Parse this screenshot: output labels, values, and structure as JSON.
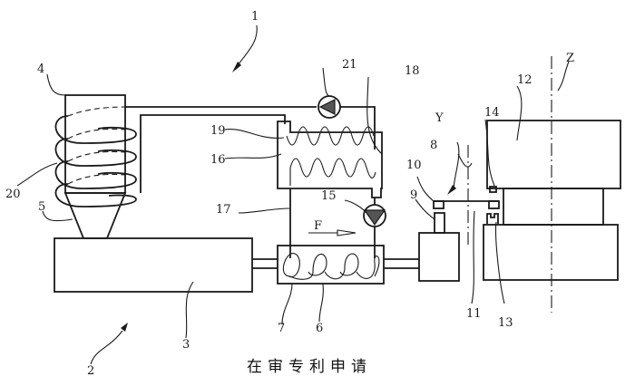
{
  "caption": "在审专利申请",
  "flow_label": "F",
  "labels": {
    "l1": "1",
    "l2": "2",
    "l3": "3",
    "l4": "4",
    "l5": "5",
    "l6": "6",
    "l7": "7",
    "l8": "8",
    "l9": "9",
    "l10": "10",
    "l11": "11",
    "l12": "12",
    "l13": "13",
    "l14": "14",
    "l15": "15",
    "l16": "16",
    "l17": "17",
    "l18": "18",
    "l19": "19",
    "l20": "20",
    "l21": "21",
    "lY": "Y",
    "lZ": "Z"
  },
  "components": [
    {
      "ref": "1",
      "name": "system"
    },
    {
      "ref": "2",
      "name": "injection unit"
    },
    {
      "ref": "3",
      "name": "barrel"
    },
    {
      "ref": "4",
      "name": "hopper"
    },
    {
      "ref": "5",
      "name": "hopper funnel"
    },
    {
      "ref": "6",
      "name": "heat exchanger"
    },
    {
      "ref": "7",
      "name": "heat exchanger coil"
    },
    {
      "ref": "8",
      "name": "rotary transfer"
    },
    {
      "ref": "9",
      "name": "actuator"
    },
    {
      "ref": "10",
      "name": "gripper"
    },
    {
      "ref": "11",
      "name": "transfer arm"
    },
    {
      "ref": "12",
      "name": "mold"
    },
    {
      "ref": "13",
      "name": "lower holder"
    },
    {
      "ref": "14",
      "name": "upper holder"
    },
    {
      "ref": "15",
      "name": "pump"
    },
    {
      "ref": "16",
      "name": "tank"
    },
    {
      "ref": "17",
      "name": "line"
    },
    {
      "ref": "18",
      "name": "tank housing"
    },
    {
      "ref": "19",
      "name": "tank coil"
    },
    {
      "ref": "20",
      "name": "hopper coil"
    },
    {
      "ref": "21",
      "name": "pump"
    }
  ]
}
